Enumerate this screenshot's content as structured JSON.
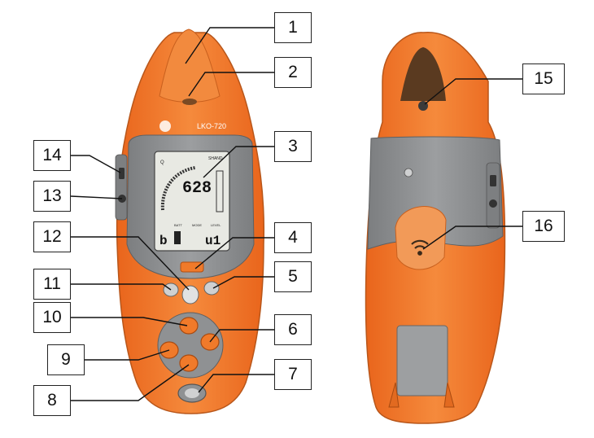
{
  "callouts": [
    "1",
    "2",
    "3",
    "4",
    "5",
    "6",
    "7",
    "8",
    "9",
    "10",
    "11",
    "12",
    "13",
    "14",
    "15",
    "16"
  ],
  "device": {
    "model_label": "LKO-720",
    "lcd_reading": "628",
    "lcd_left_char": "b",
    "lcd_right_chars": "u1",
    "lcd_label_batt": "BATT",
    "lcd_label_mode": "MODE",
    "lcd_label_level": "LEVEL",
    "lcd_tag": "SHAND",
    "lcd_q": "Q"
  },
  "colors": {
    "body_orange": "#f07a2a",
    "body_orange_dark": "#d4601a",
    "panel_gray": "#8f9193",
    "panel_gray_dark": "#6f7173",
    "lcd_bg": "#e8e9e3"
  }
}
